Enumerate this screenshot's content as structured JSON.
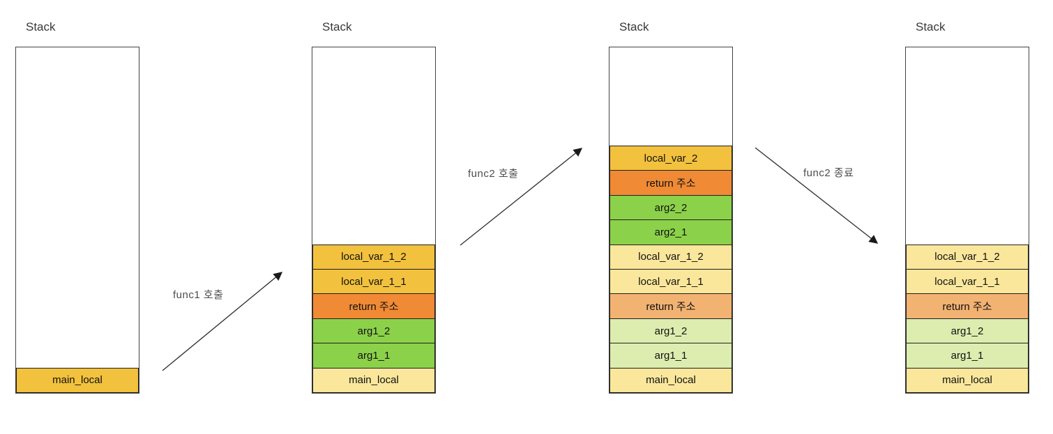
{
  "diagram": {
    "background": "#ffffff",
    "colors": {
      "active_local": "#f2c13d",
      "active_return": "#f08a35",
      "active_arg": "#8cd14a",
      "faded_local": "#fae79b",
      "faded_return": "#f2b272",
      "faded_arg": "#dcedaf"
    },
    "stacks": [
      {
        "title": "Stack",
        "cells": [
          {
            "label": "main_local",
            "color_key": "active_local"
          }
        ]
      },
      {
        "title": "Stack",
        "cells": [
          {
            "label": "local_var_1_2",
            "color_key": "active_local"
          },
          {
            "label": "local_var_1_1",
            "color_key": "active_local"
          },
          {
            "label": "return 주소",
            "color_key": "active_return"
          },
          {
            "label": "arg1_2",
            "color_key": "active_arg"
          },
          {
            "label": "arg1_1",
            "color_key": "active_arg"
          },
          {
            "label": "main_local",
            "color_key": "faded_local"
          }
        ]
      },
      {
        "title": "Stack",
        "cells": [
          {
            "label": "local_var_2",
            "color_key": "active_local"
          },
          {
            "label": "return 주소",
            "color_key": "active_return"
          },
          {
            "label": "arg2_2",
            "color_key": "active_arg"
          },
          {
            "label": "arg2_1",
            "color_key": "active_arg"
          },
          {
            "label": "local_var_1_2",
            "color_key": "faded_local"
          },
          {
            "label": "local_var_1_1",
            "color_key": "faded_local"
          },
          {
            "label": "return 주소",
            "color_key": "faded_return"
          },
          {
            "label": "arg1_2",
            "color_key": "faded_arg"
          },
          {
            "label": "arg1_1",
            "color_key": "faded_arg"
          },
          {
            "label": "main_local",
            "color_key": "faded_local"
          }
        ]
      },
      {
        "title": "Stack",
        "cells": [
          {
            "label": "local_var_1_2",
            "color_key": "faded_local"
          },
          {
            "label": "local_var_1_1",
            "color_key": "faded_local"
          },
          {
            "label": "return 주소",
            "color_key": "faded_return"
          },
          {
            "label": "arg1_2",
            "color_key": "faded_arg"
          },
          {
            "label": "arg1_1",
            "color_key": "faded_arg"
          },
          {
            "label": "main_local",
            "color_key": "faded_local"
          }
        ]
      }
    ],
    "arrows": [
      {
        "label": "func1 호출",
        "direction": "up-right"
      },
      {
        "label": "func2 호출",
        "direction": "up-right"
      },
      {
        "label": "func2 종료",
        "direction": "down-right"
      }
    ]
  }
}
